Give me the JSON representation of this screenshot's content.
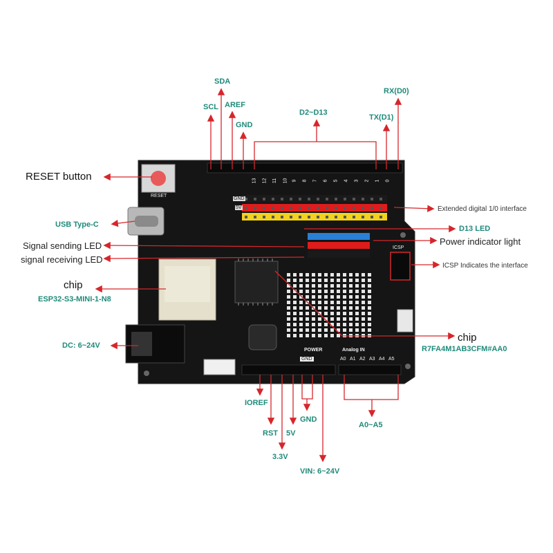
{
  "labels": {
    "sda": "SDA",
    "scl": "SCL",
    "aref": "AREF",
    "gnd_top": "GND",
    "d2_d13": "D2~D13",
    "rx_d0": "RX(D0)",
    "tx_d1": "TX(D1)",
    "reset_button": "RESET button",
    "usb_type_c": "USB Type-C",
    "extended_digital": "Extended digital 1/0 interface",
    "d13_led": "D13 LED",
    "power_indicator": "Power indicator light",
    "signal_sending": "Signal sending LED",
    "signal_receiving": "signal receiving LED",
    "icsp_interface": "ICSP Indicates the interface",
    "chip_left": "chip",
    "esp32": "ESP32-S3-MINI-1-N8",
    "chip_right": "chip",
    "r7fa": "R7FA4M1AB3CFM#AA0",
    "dc": "DC: 6~24V",
    "ioref": "IOREF",
    "rst": "RST",
    "v33": "3.3V",
    "v5": "5V",
    "gnd_bottom": "GND",
    "vin": "VIN: 6~24V",
    "a0_a5": "A0~A5"
  },
  "board": {
    "gnd_tag": "GND",
    "v5_tag": "5V",
    "reset_silk": "RESET",
    "icsp_silk": "ICSP",
    "power_silk": "POWER",
    "analog_silk": "Analog IN",
    "gnd_power_silk": "GND",
    "d_numbers": [
      "13",
      "12",
      "11",
      "10",
      "9",
      "8",
      "7",
      "6",
      "5",
      "4",
      "3",
      "2",
      "1",
      "0"
    ],
    "a_numbers": [
      "A0",
      "A1",
      "A2",
      "A3",
      "A4",
      "A5"
    ]
  },
  "colors": {
    "teal": "#1f8a7a",
    "arrow": "#d6262b",
    "board": "#141414",
    "header_red": "#e01b1b",
    "header_yellow": "#f2d21c",
    "header_blue": "#2a7fd6"
  }
}
